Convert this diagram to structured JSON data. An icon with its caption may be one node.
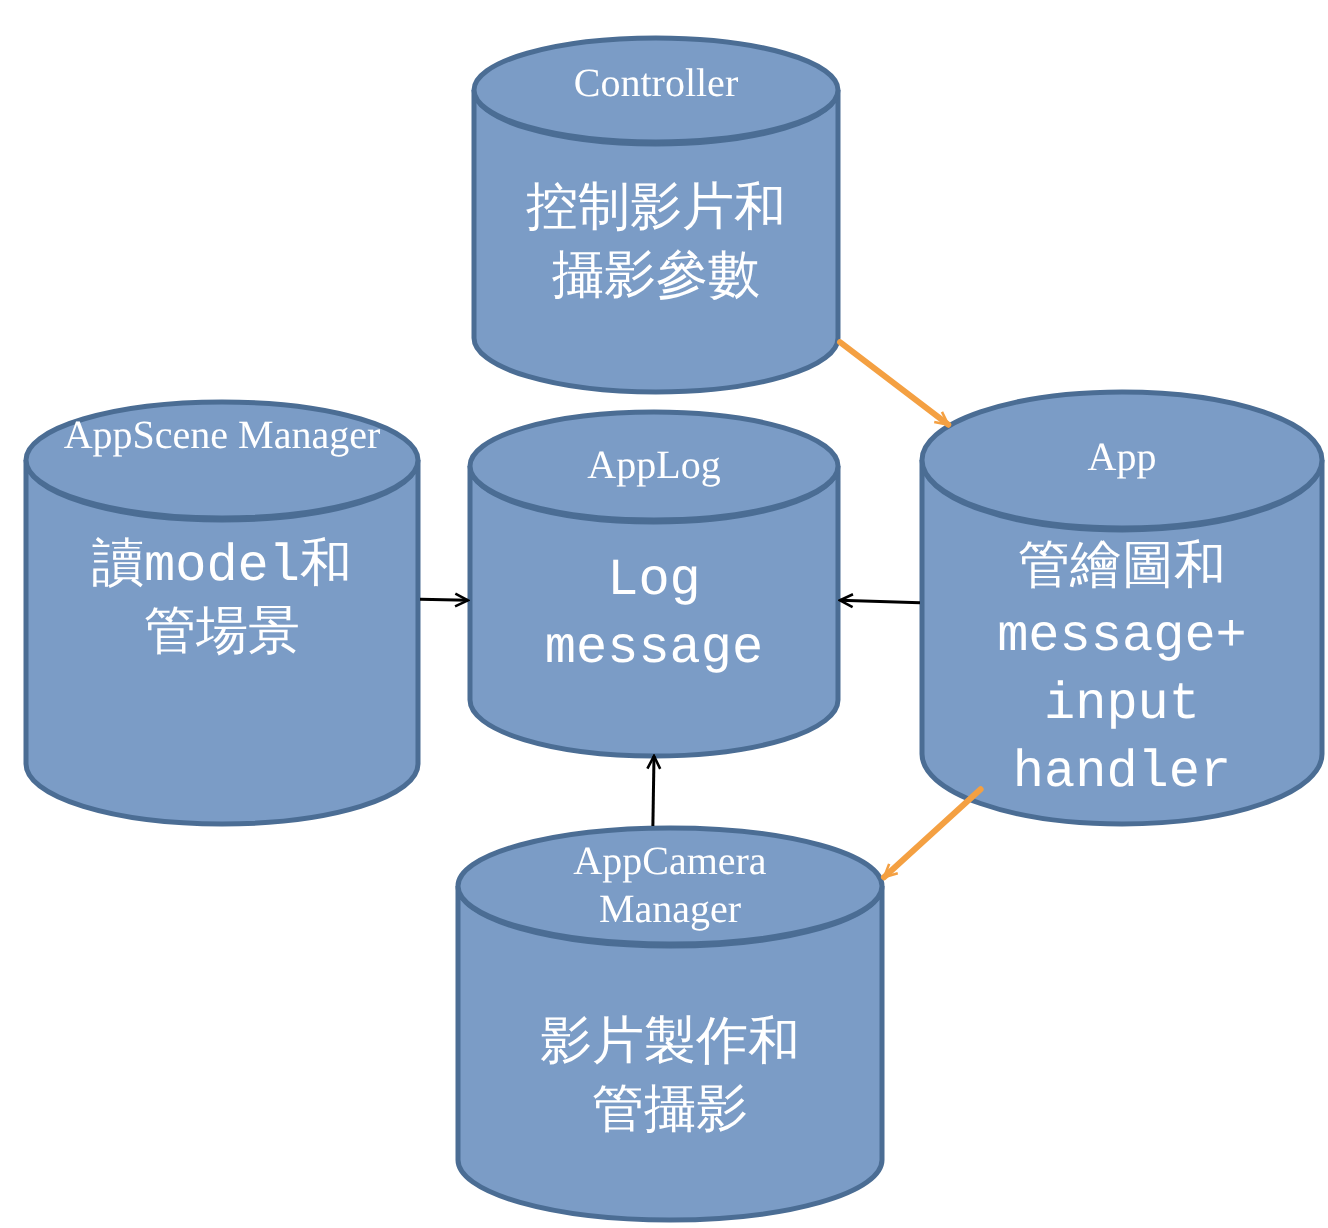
{
  "diagram": {
    "nodes": [
      {
        "text": [
          "Controller",
          "控制影片和攝影參數"
        ]
      },
      {
        "text": [
          "AppScene Manager",
          "讀model和管場景"
        ]
      },
      {
        "text": [
          "AppLog",
          "Log message"
        ]
      },
      {
        "text": [
          "App",
          "管繪圖和 message+ input handler"
        ]
      },
      {
        "text": [
          "AppCamera Manager",
          "影片製作和管攝影"
        ]
      }
    ],
    "edges": [
      {
        "from": 0,
        "to": 3,
        "arrow": "to",
        "style": "thick",
        "color": "#f4a042"
      },
      {
        "from": 1,
        "to": 2,
        "arrow": "to"
      },
      {
        "from": 3,
        "to": 2,
        "arrow": "to"
      },
      {
        "from": 4,
        "to": 2,
        "arrow": "to"
      },
      {
        "from": 3,
        "to": 4,
        "arrow": "to",
        "style": "thick",
        "color": "#f4a042"
      }
    ]
  }
}
